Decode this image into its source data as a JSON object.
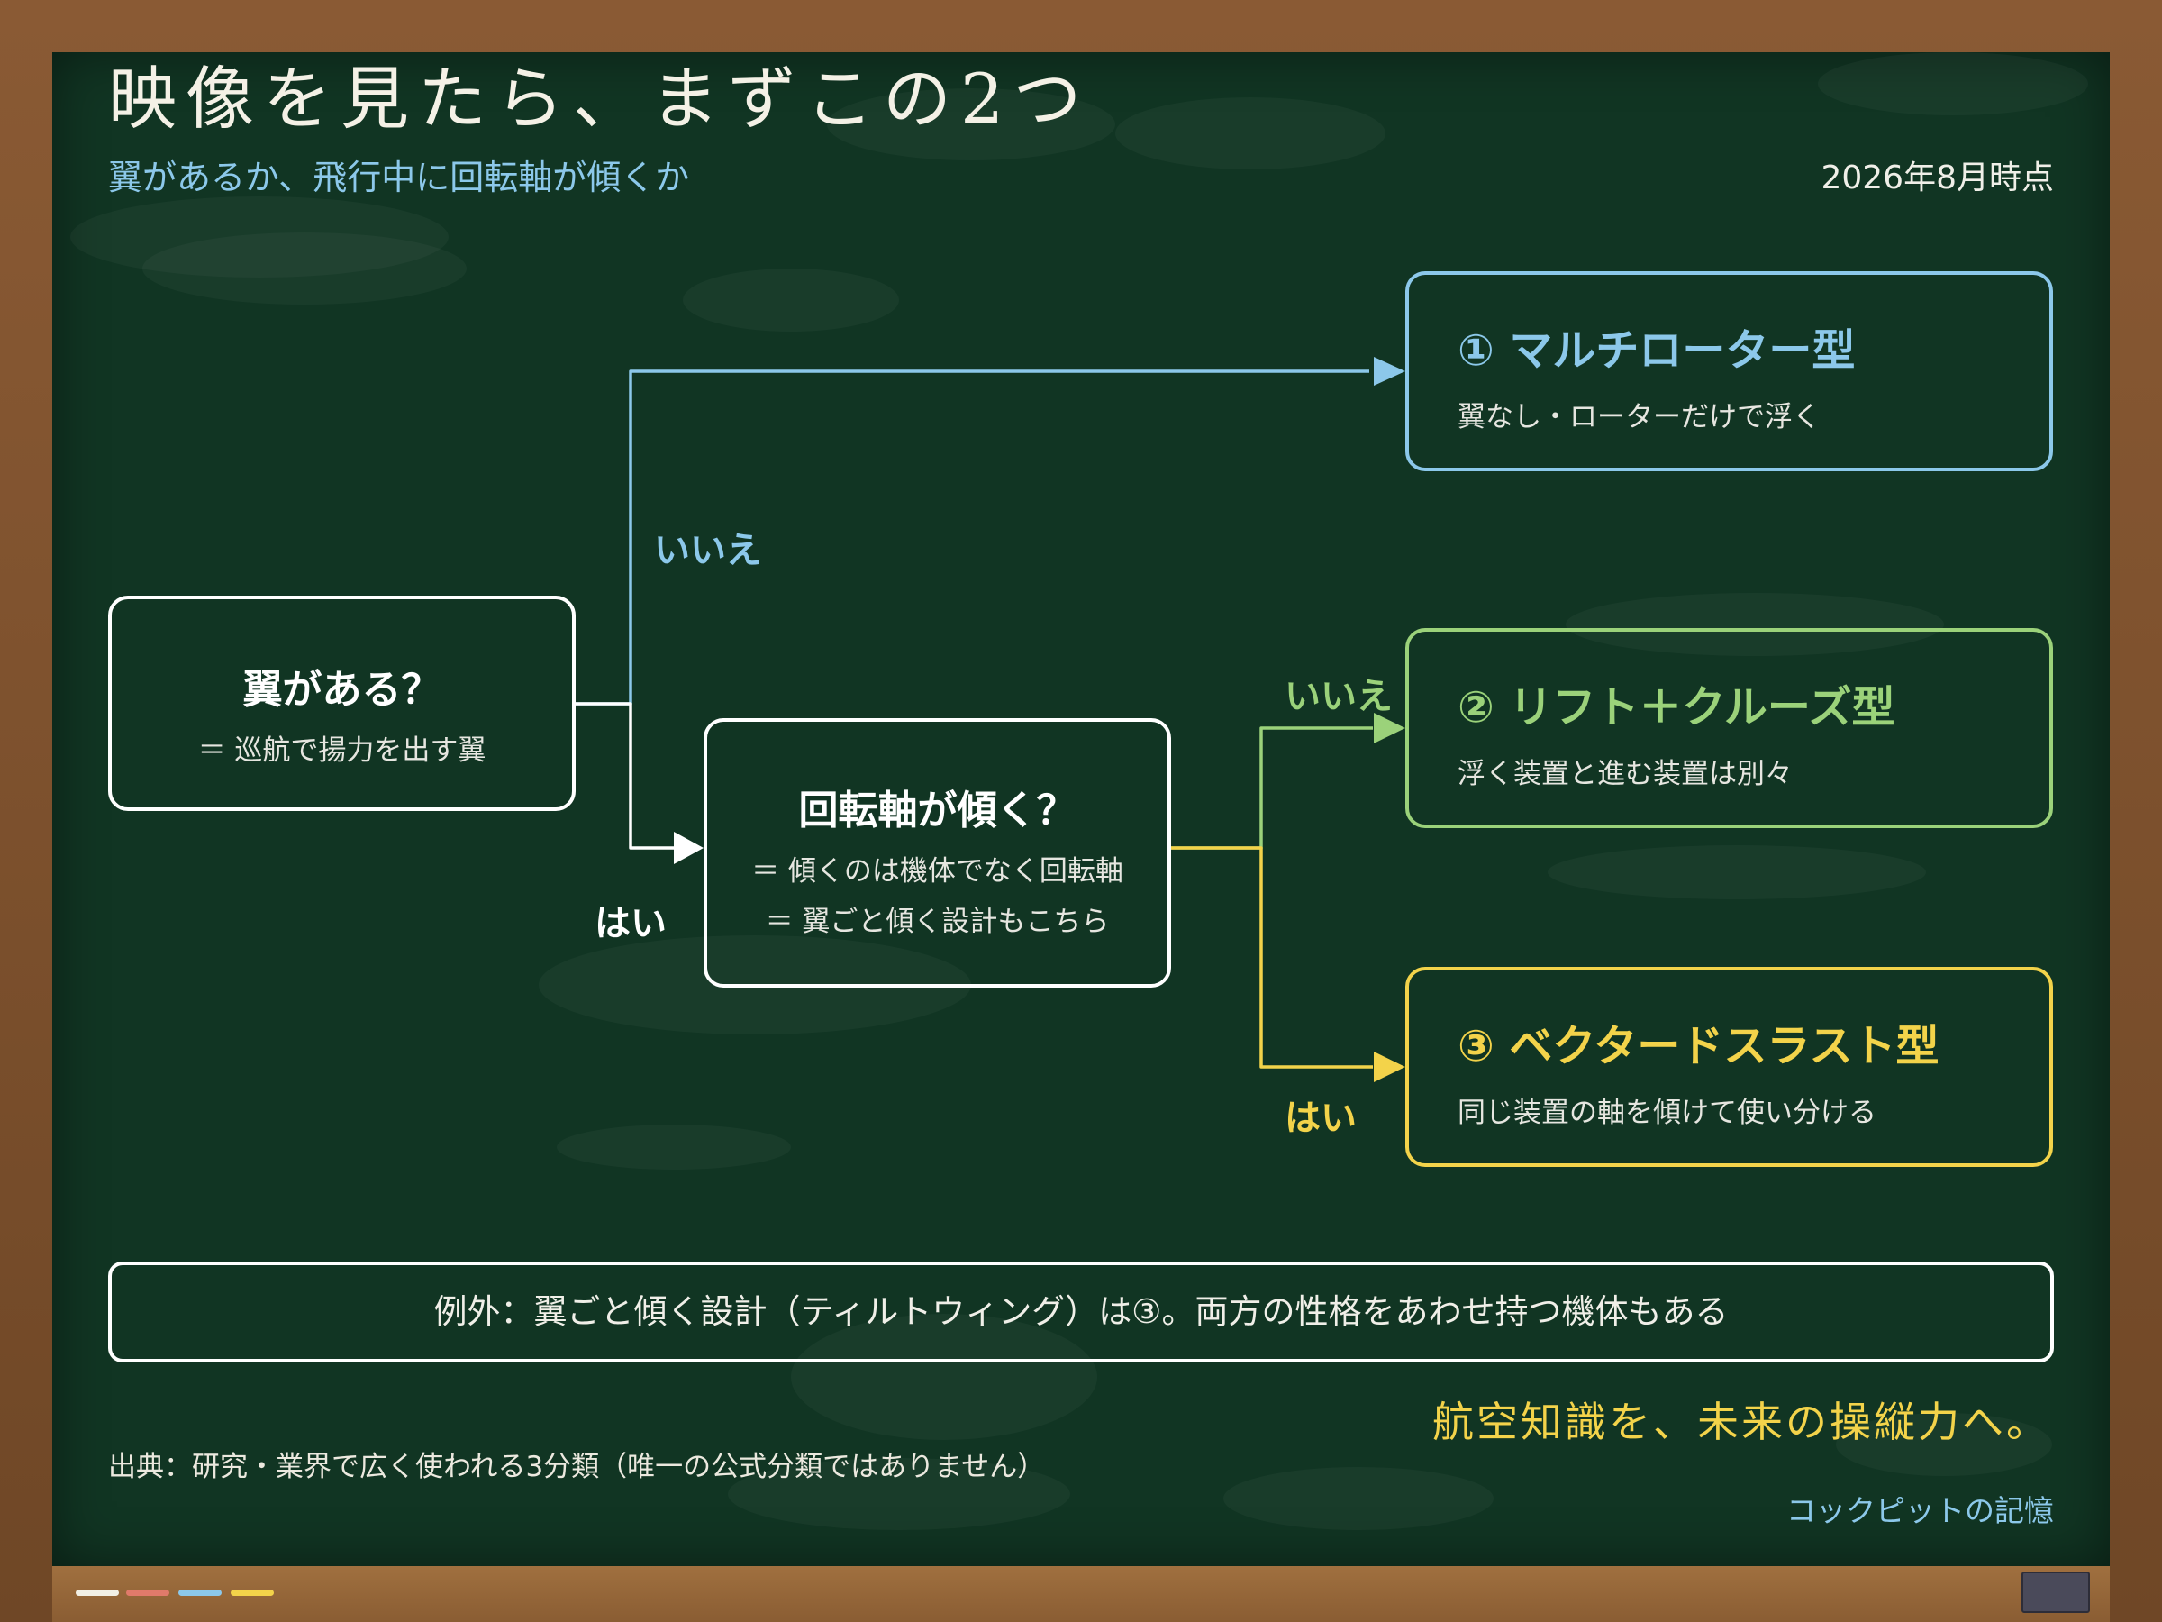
{
  "header": {
    "title": "映像を見たら、まずこの2つ",
    "subtitle": "翼があるか、飛行中に回転軸が傾くか",
    "date": "2026年8月時点"
  },
  "nodes": {
    "q1": {
      "title": "翼がある？",
      "desc": "＝ 巡航で揚力を出す翼"
    },
    "q2": {
      "title": "回転軸が傾く？",
      "desc1": "＝ 傾くのは機体でなく回転軸",
      "desc2": "＝ 翼ごと傾く設計もこちら"
    },
    "r1": {
      "title": "① マルチローター型",
      "desc": "翼なし・ローターだけで浮く"
    },
    "r2": {
      "title": "② リフト＋クルーズ型",
      "desc": "浮く装置と進む装置は別々"
    },
    "r3": {
      "title": "③ ベクタードスラスト型",
      "desc": "同じ装置の軸を傾けて使い分ける"
    }
  },
  "edges": {
    "no1": "いいえ",
    "yes1": "はい",
    "no2": "いいえ",
    "yes2": "はい"
  },
  "note": "例外：翼ごと傾く設計（ティルトウィング）は③。両方の性格をあわせ持つ機体もある",
  "slogan": "航空知識を、未来の操縦力へ。",
  "source": "出典：研究・業界で広く使われる3分類（唯一の公式分類ではありません）",
  "brand": "コックピットの記憶",
  "colors": {
    "board": "#113523",
    "blue": "#8cc8ea",
    "green": "#9bd27a",
    "yellow": "#f3d34a",
    "white": "#ffffff"
  }
}
